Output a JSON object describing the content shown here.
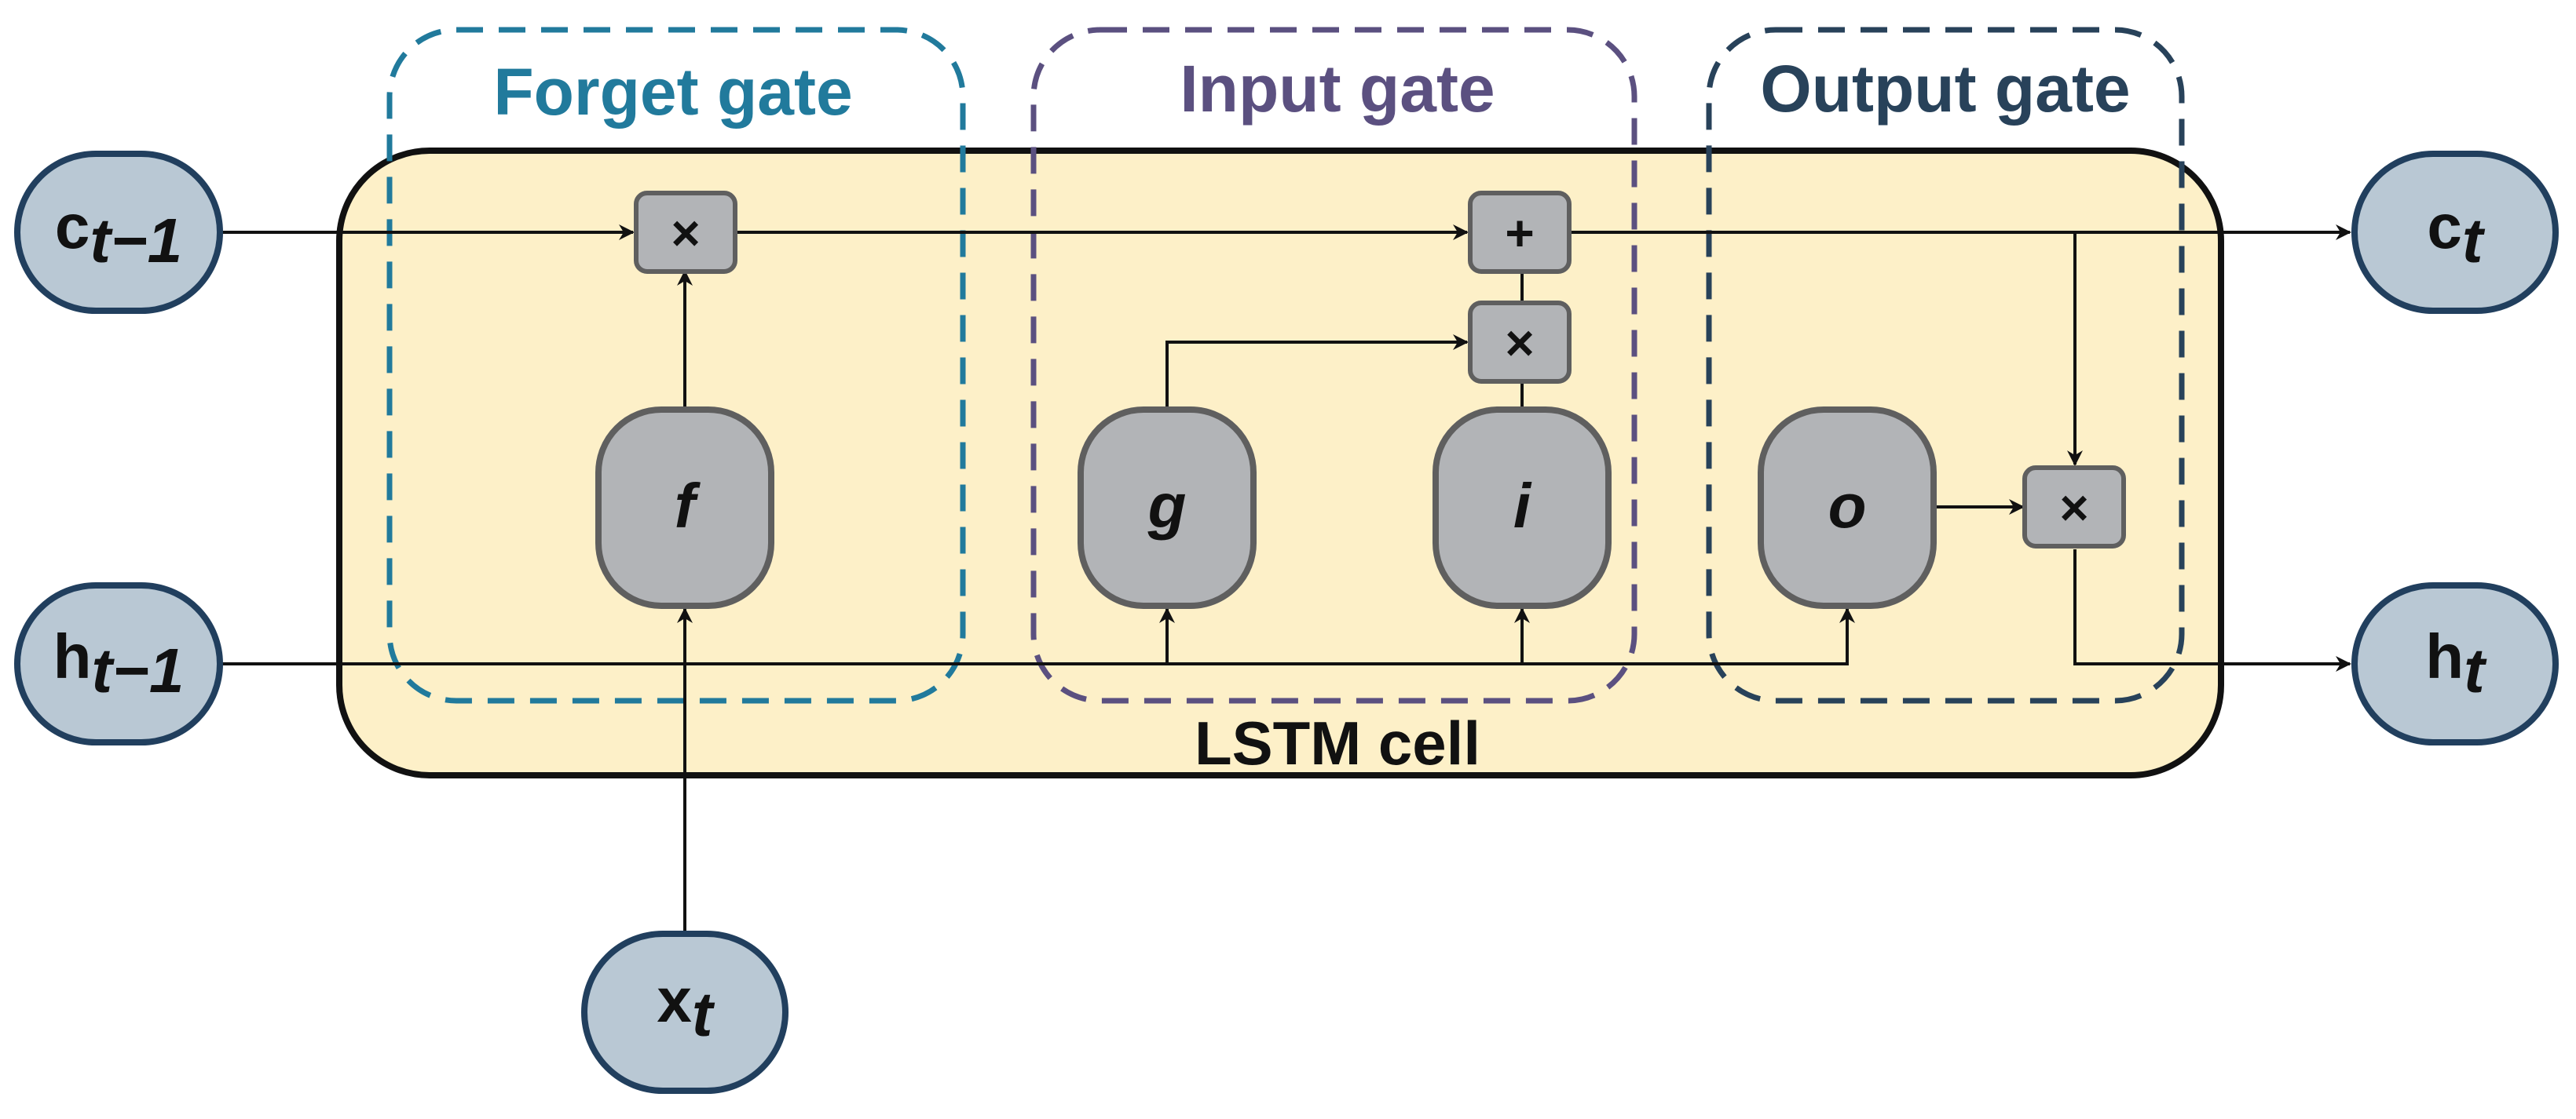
{
  "colors": {
    "cell_fill": "#fdf0c8",
    "cell_border": "#111111",
    "io_fill": "#b9c8d4",
    "io_border": "#213f5e",
    "gate_node_fill": "#b2b4b7",
    "forget_gate": "#217a9c",
    "input_gate": "#5b5080",
    "output_gate": "#28425a"
  },
  "gates": {
    "forget": "Forget gate",
    "input": "Input gate",
    "output": "Output gate"
  },
  "cell": {
    "label": "LSTM cell"
  },
  "inputs": {
    "c_prev": {
      "base": "c",
      "sub": "t−1"
    },
    "h_prev": {
      "base": "h",
      "sub": "t−1"
    },
    "x": {
      "base": "x",
      "sub": "t"
    }
  },
  "outputs": {
    "c": {
      "base": "c",
      "sub": "t"
    },
    "h": {
      "base": "h",
      "sub": "t"
    }
  },
  "nodes": {
    "f": "f",
    "g": "g",
    "i": "i",
    "o": "o"
  },
  "ops": {
    "forget_multiply": "×",
    "add": "+",
    "input_multiply": "×",
    "output_multiply": "×"
  }
}
